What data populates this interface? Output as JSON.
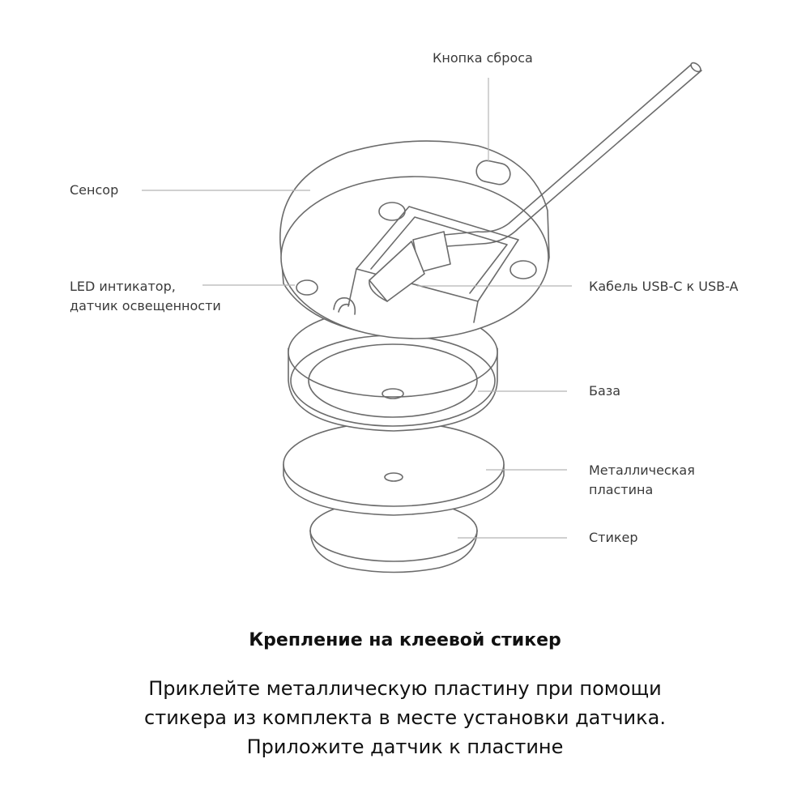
{
  "labels": {
    "reset_button": "Кнопка сброса",
    "sensor": "Сенсор",
    "led_line1": "LED интикатор,",
    "led_line2": "датчик освещенности",
    "cable": "Кабель USB-C к USB-A",
    "base": "База",
    "plate_line1": "Металлическая",
    "plate_line2": "пластина",
    "sticker": "Стикер"
  },
  "caption": {
    "title": "Крепление на клеевой стикер",
    "lines": [
      "Приклейте металлическую пластину при помощи",
      "стикера из комплекта в месте установки датчика.",
      "Приложите датчик к пластине"
    ]
  },
  "colors": {
    "outline": "#6b6b6b",
    "leader": "#b5b5b5",
    "text": "#3a3a3a"
  }
}
